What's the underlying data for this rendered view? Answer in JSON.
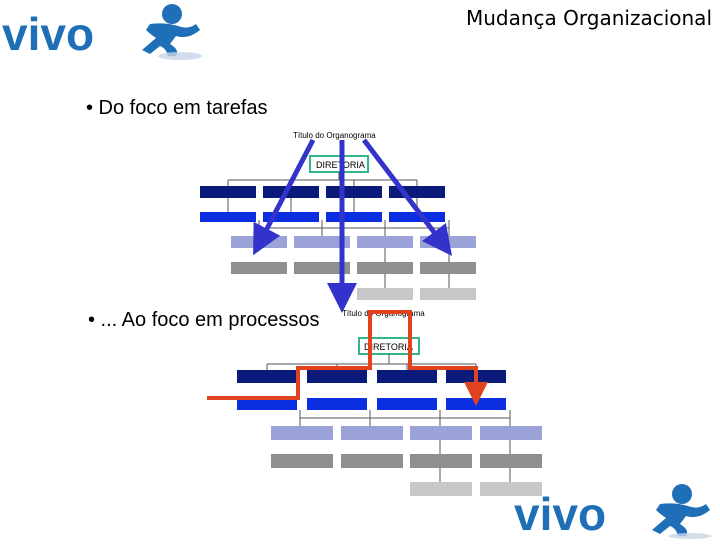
{
  "header": {
    "title": "Mudança Organizacional",
    "logo_text": "vivo"
  },
  "bullets": {
    "first": "• Do foco em tarefas",
    "second": "• ... Ao foco em processos"
  },
  "org_chart_top": {
    "title": "Título do Organograma",
    "root_label": "DIRETORIA"
  },
  "org_chart_bottom": {
    "title": "Título do Organograma",
    "root_label": "DIRETORIA"
  },
  "footer": {
    "logo_text": "vivo"
  },
  "colors": {
    "logo_blue": "#1e6fb8",
    "root_box_border": "#33b58a",
    "level1": "#0a1a7a",
    "level2": "#0b2fe0",
    "level3": "#9aa2d8",
    "level4": "#8f8f8f",
    "level5": "#c8c8c8",
    "arrow": "#3333cc",
    "process_line": "#e0431d"
  }
}
